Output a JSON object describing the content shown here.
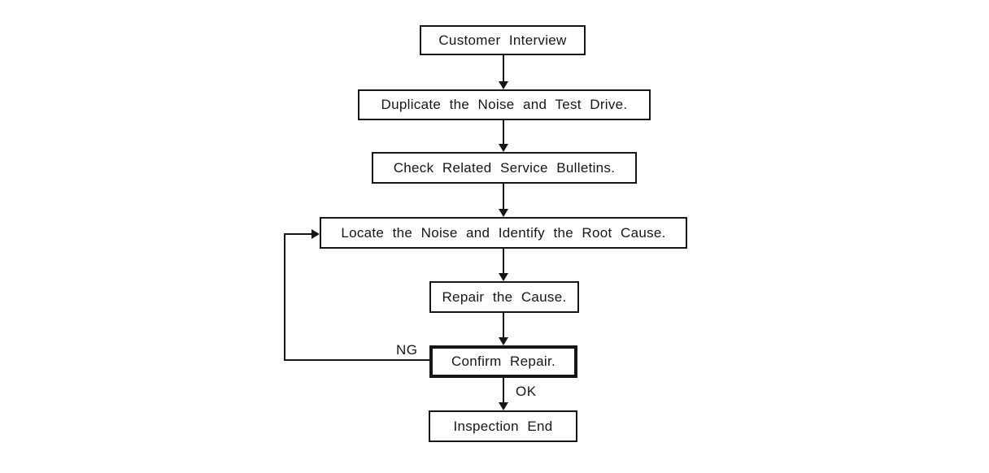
{
  "diagram": {
    "type": "flowchart",
    "colors": {
      "line": "#161616",
      "background": "#ffffff",
      "box_fill": "#ffffff"
    },
    "nodes": [
      {
        "id": "customer-interview",
        "label": "Customer Interview",
        "emphasized": false
      },
      {
        "id": "duplicate-noise",
        "label": "Duplicate the Noise and Test Drive.",
        "emphasized": false
      },
      {
        "id": "check-bulletins",
        "label": "Check Related Service Bulletins.",
        "emphasized": false
      },
      {
        "id": "locate-noise",
        "label": "Locate the Noise and Identify the Root Cause.",
        "emphasized": false
      },
      {
        "id": "repair-cause",
        "label": "Repair the Cause.",
        "emphasized": false
      },
      {
        "id": "confirm-repair",
        "label": "Confirm Repair.",
        "emphasized": true
      },
      {
        "id": "inspection-end",
        "label": "Inspection End",
        "emphasized": false
      }
    ],
    "edges": [
      {
        "from": "customer-interview",
        "to": "duplicate-noise",
        "label": ""
      },
      {
        "from": "duplicate-noise",
        "to": "check-bulletins",
        "label": ""
      },
      {
        "from": "check-bulletins",
        "to": "locate-noise",
        "label": ""
      },
      {
        "from": "locate-noise",
        "to": "repair-cause",
        "label": ""
      },
      {
        "from": "repair-cause",
        "to": "confirm-repair",
        "label": ""
      },
      {
        "from": "confirm-repair",
        "to": "inspection-end",
        "label": "OK"
      },
      {
        "from": "confirm-repair",
        "to": "locate-noise",
        "label": "NG"
      }
    ],
    "edge_labels": {
      "ng": "NG",
      "ok": "OK"
    }
  }
}
